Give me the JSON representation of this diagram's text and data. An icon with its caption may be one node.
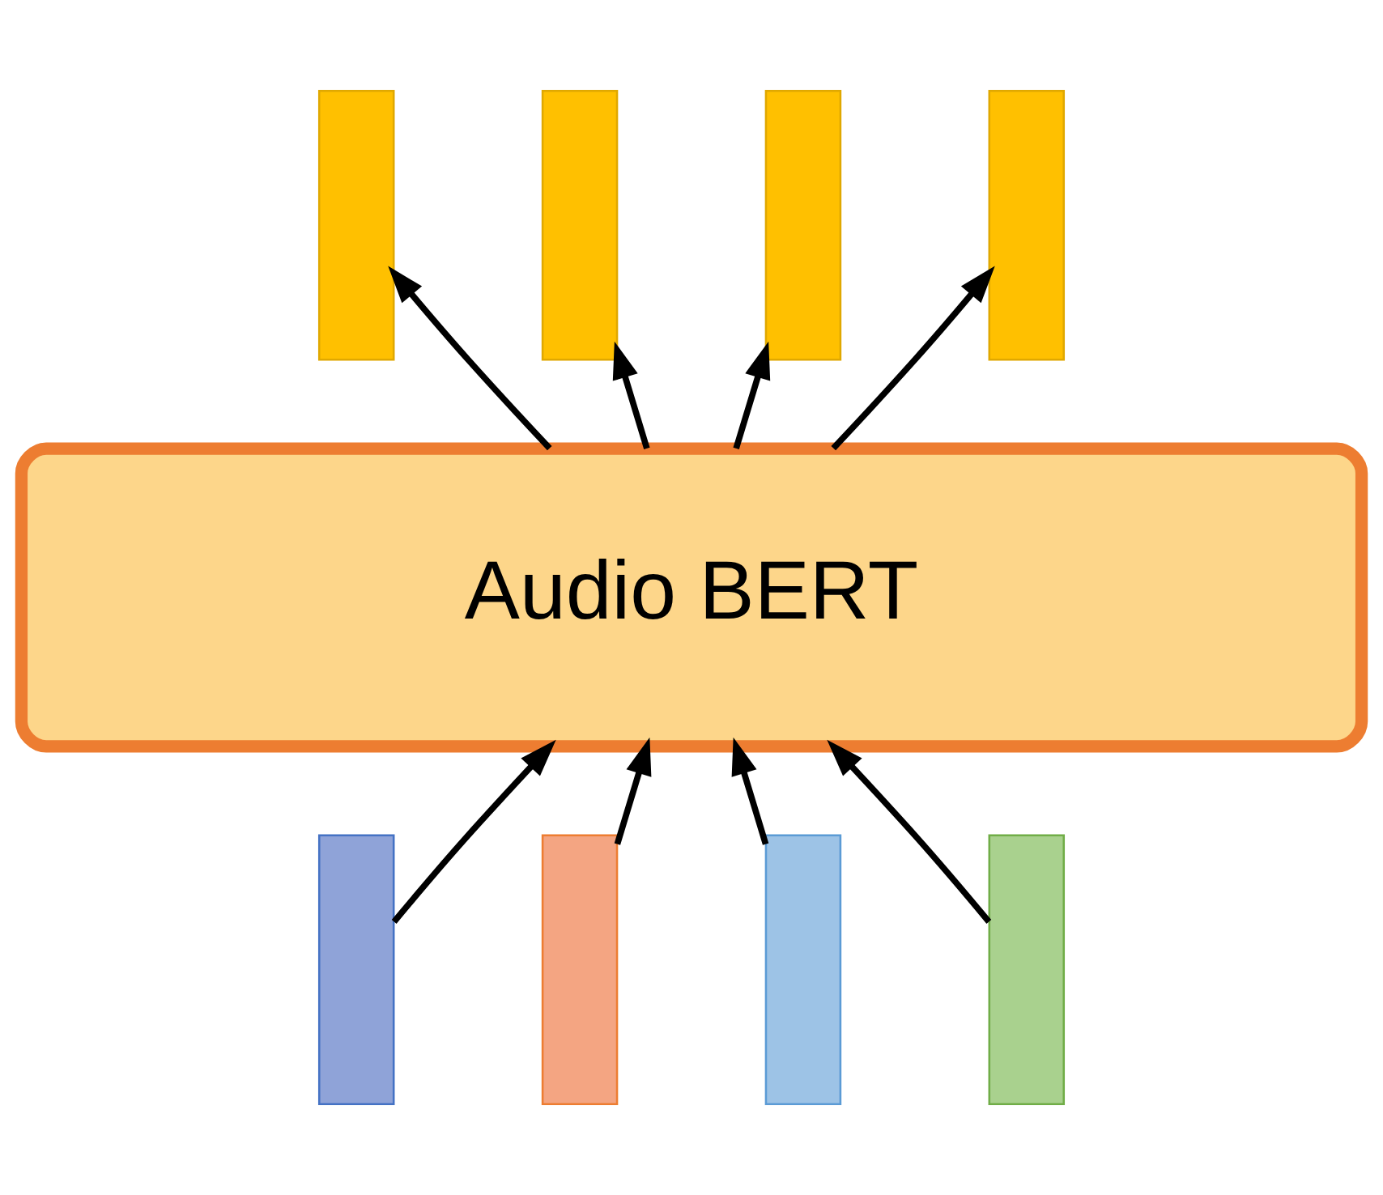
{
  "diagram": {
    "nodes": [
      {
        "text": [],
        "shape": "bar"
      },
      {
        "text": [],
        "shape": "bar"
      },
      {
        "text": [],
        "shape": "bar"
      },
      {
        "text": [],
        "shape": "bar"
      },
      {
        "text": [
          "Audio BERT"
        ]
      },
      {
        "text": [],
        "shape": "bar"
      },
      {
        "text": [],
        "shape": "bar"
      },
      {
        "text": [],
        "shape": "bar"
      },
      {
        "text": [],
        "shape": "bar"
      }
    ],
    "edges": [
      {
        "from": 5,
        "to": 4,
        "arrow": "to"
      },
      {
        "from": 6,
        "to": 4,
        "arrow": "to"
      },
      {
        "from": 7,
        "to": 4,
        "arrow": "to"
      },
      {
        "from": 8,
        "to": 4,
        "arrow": "to"
      },
      {
        "from": 4,
        "to": 0,
        "arrow": "to"
      },
      {
        "from": 4,
        "to": 1,
        "arrow": "to"
      },
      {
        "from": 4,
        "to": 2,
        "arrow": "to"
      },
      {
        "from": 4,
        "to": 3,
        "arrow": "to"
      }
    ]
  }
}
